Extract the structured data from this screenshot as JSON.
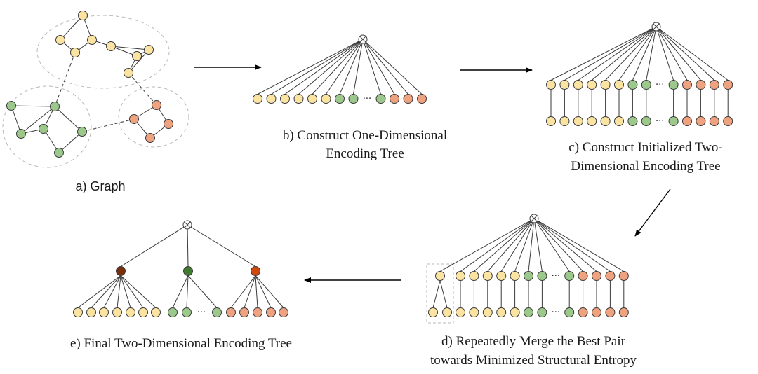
{
  "colors": {
    "yellow": "#FBE3A2",
    "green": "#9CC98B",
    "orange": "#EFA27F",
    "dark_brown": "#7A2E0B",
    "dark_green": "#3F7A2E",
    "dark_orange": "#D2490E",
    "stroke": "#3a3a3a",
    "ellipse": "#b8b8b8"
  },
  "ellipsis": "···",
  "panels": {
    "a": {
      "caption": "a) Graph"
    },
    "b": {
      "caption_lines": [
        "b) Construct One-Dimensional",
        "Encoding Tree"
      ]
    },
    "c": {
      "caption_lines": [
        "c) Construct Initialized Two-",
        "Dimensional Encoding Tree"
      ]
    },
    "d": {
      "caption_lines": [
        "d) Repeatedly Merge the Best Pair",
        "towards Minimized Structural Entropy"
      ]
    },
    "e": {
      "caption": "e) Final Two-Dimensional Encoding Tree"
    }
  }
}
